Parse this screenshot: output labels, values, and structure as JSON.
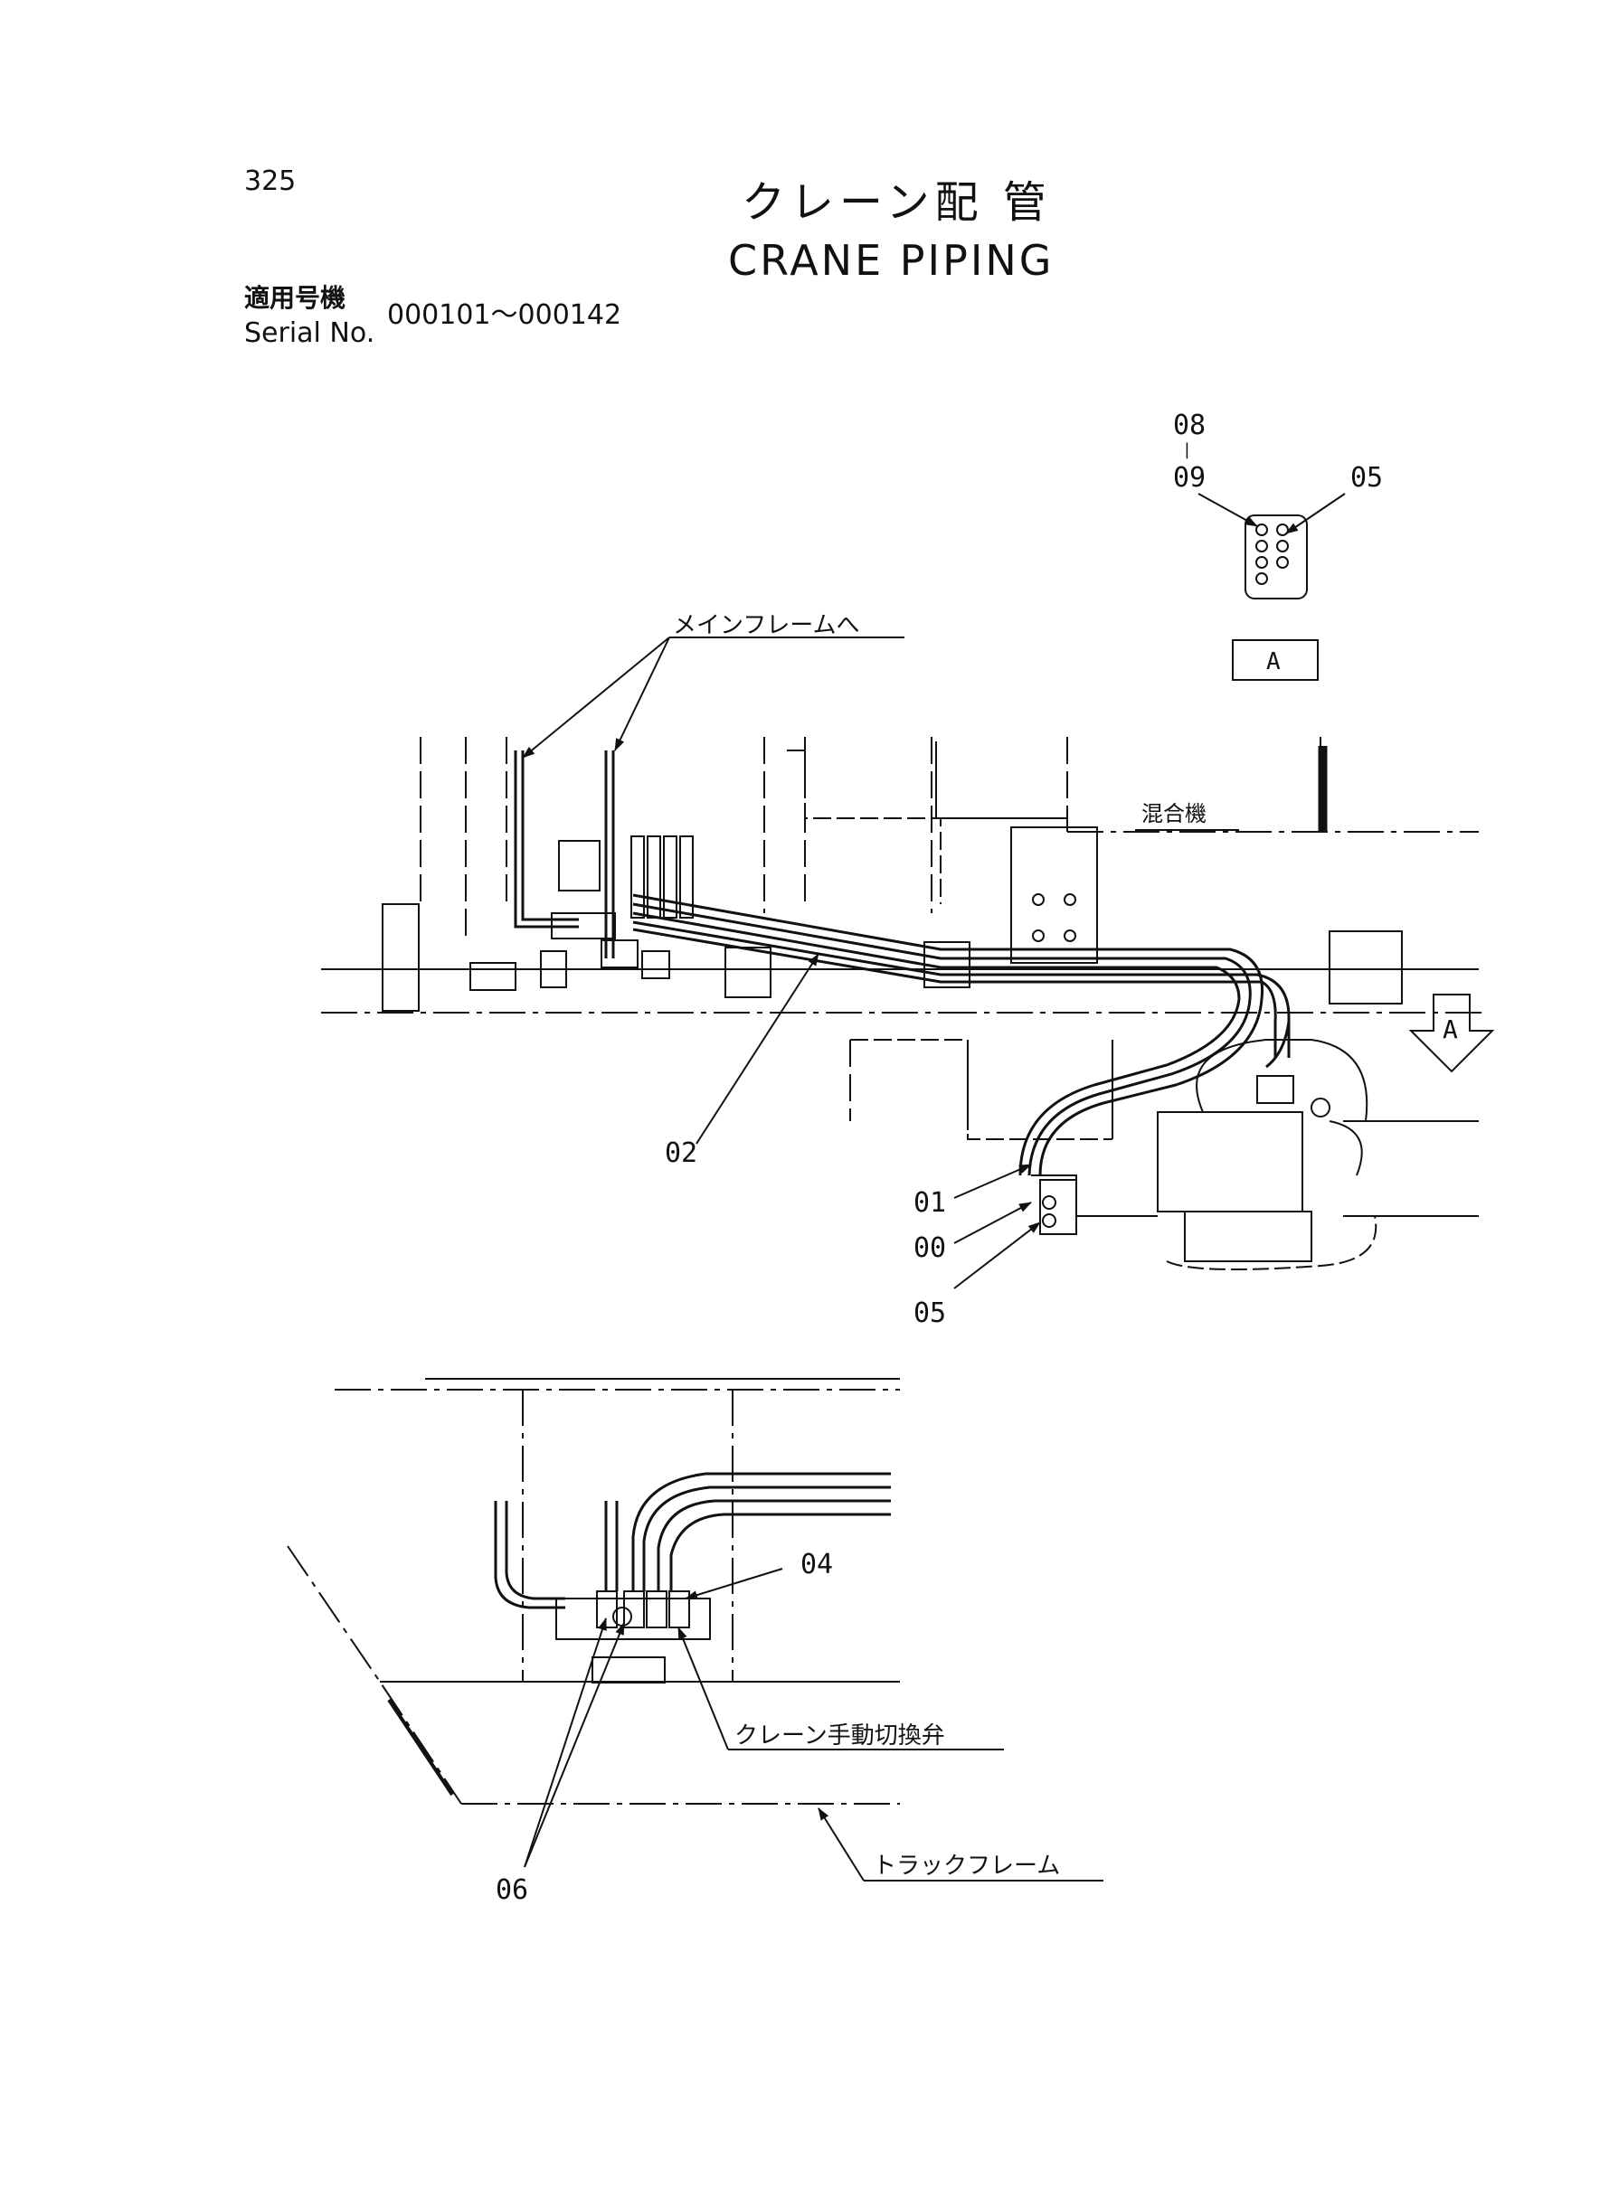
{
  "header": {
    "page_number": "325",
    "title_jp": "クレーン配 管",
    "title_en": "CRANE PIPING",
    "serial_label_jp": "適用号機",
    "serial_label_en": "Serial No.",
    "serial_range": "000101～000142"
  },
  "callouts": {
    "c08": "08",
    "c08_09_sep": "|",
    "c09": "09",
    "c05_top": "05",
    "view_a": "A",
    "arrow_a": "A",
    "to_main_frame": "メインフレームへ",
    "mixer": "混合機",
    "c02": "02",
    "c01": "01",
    "c00": "00",
    "c05_bottom": "05",
    "c04": "04",
    "crane_manual_valve": "クレーン手動切換弁",
    "c06": "06",
    "track_frame": "トラックフレーム"
  }
}
